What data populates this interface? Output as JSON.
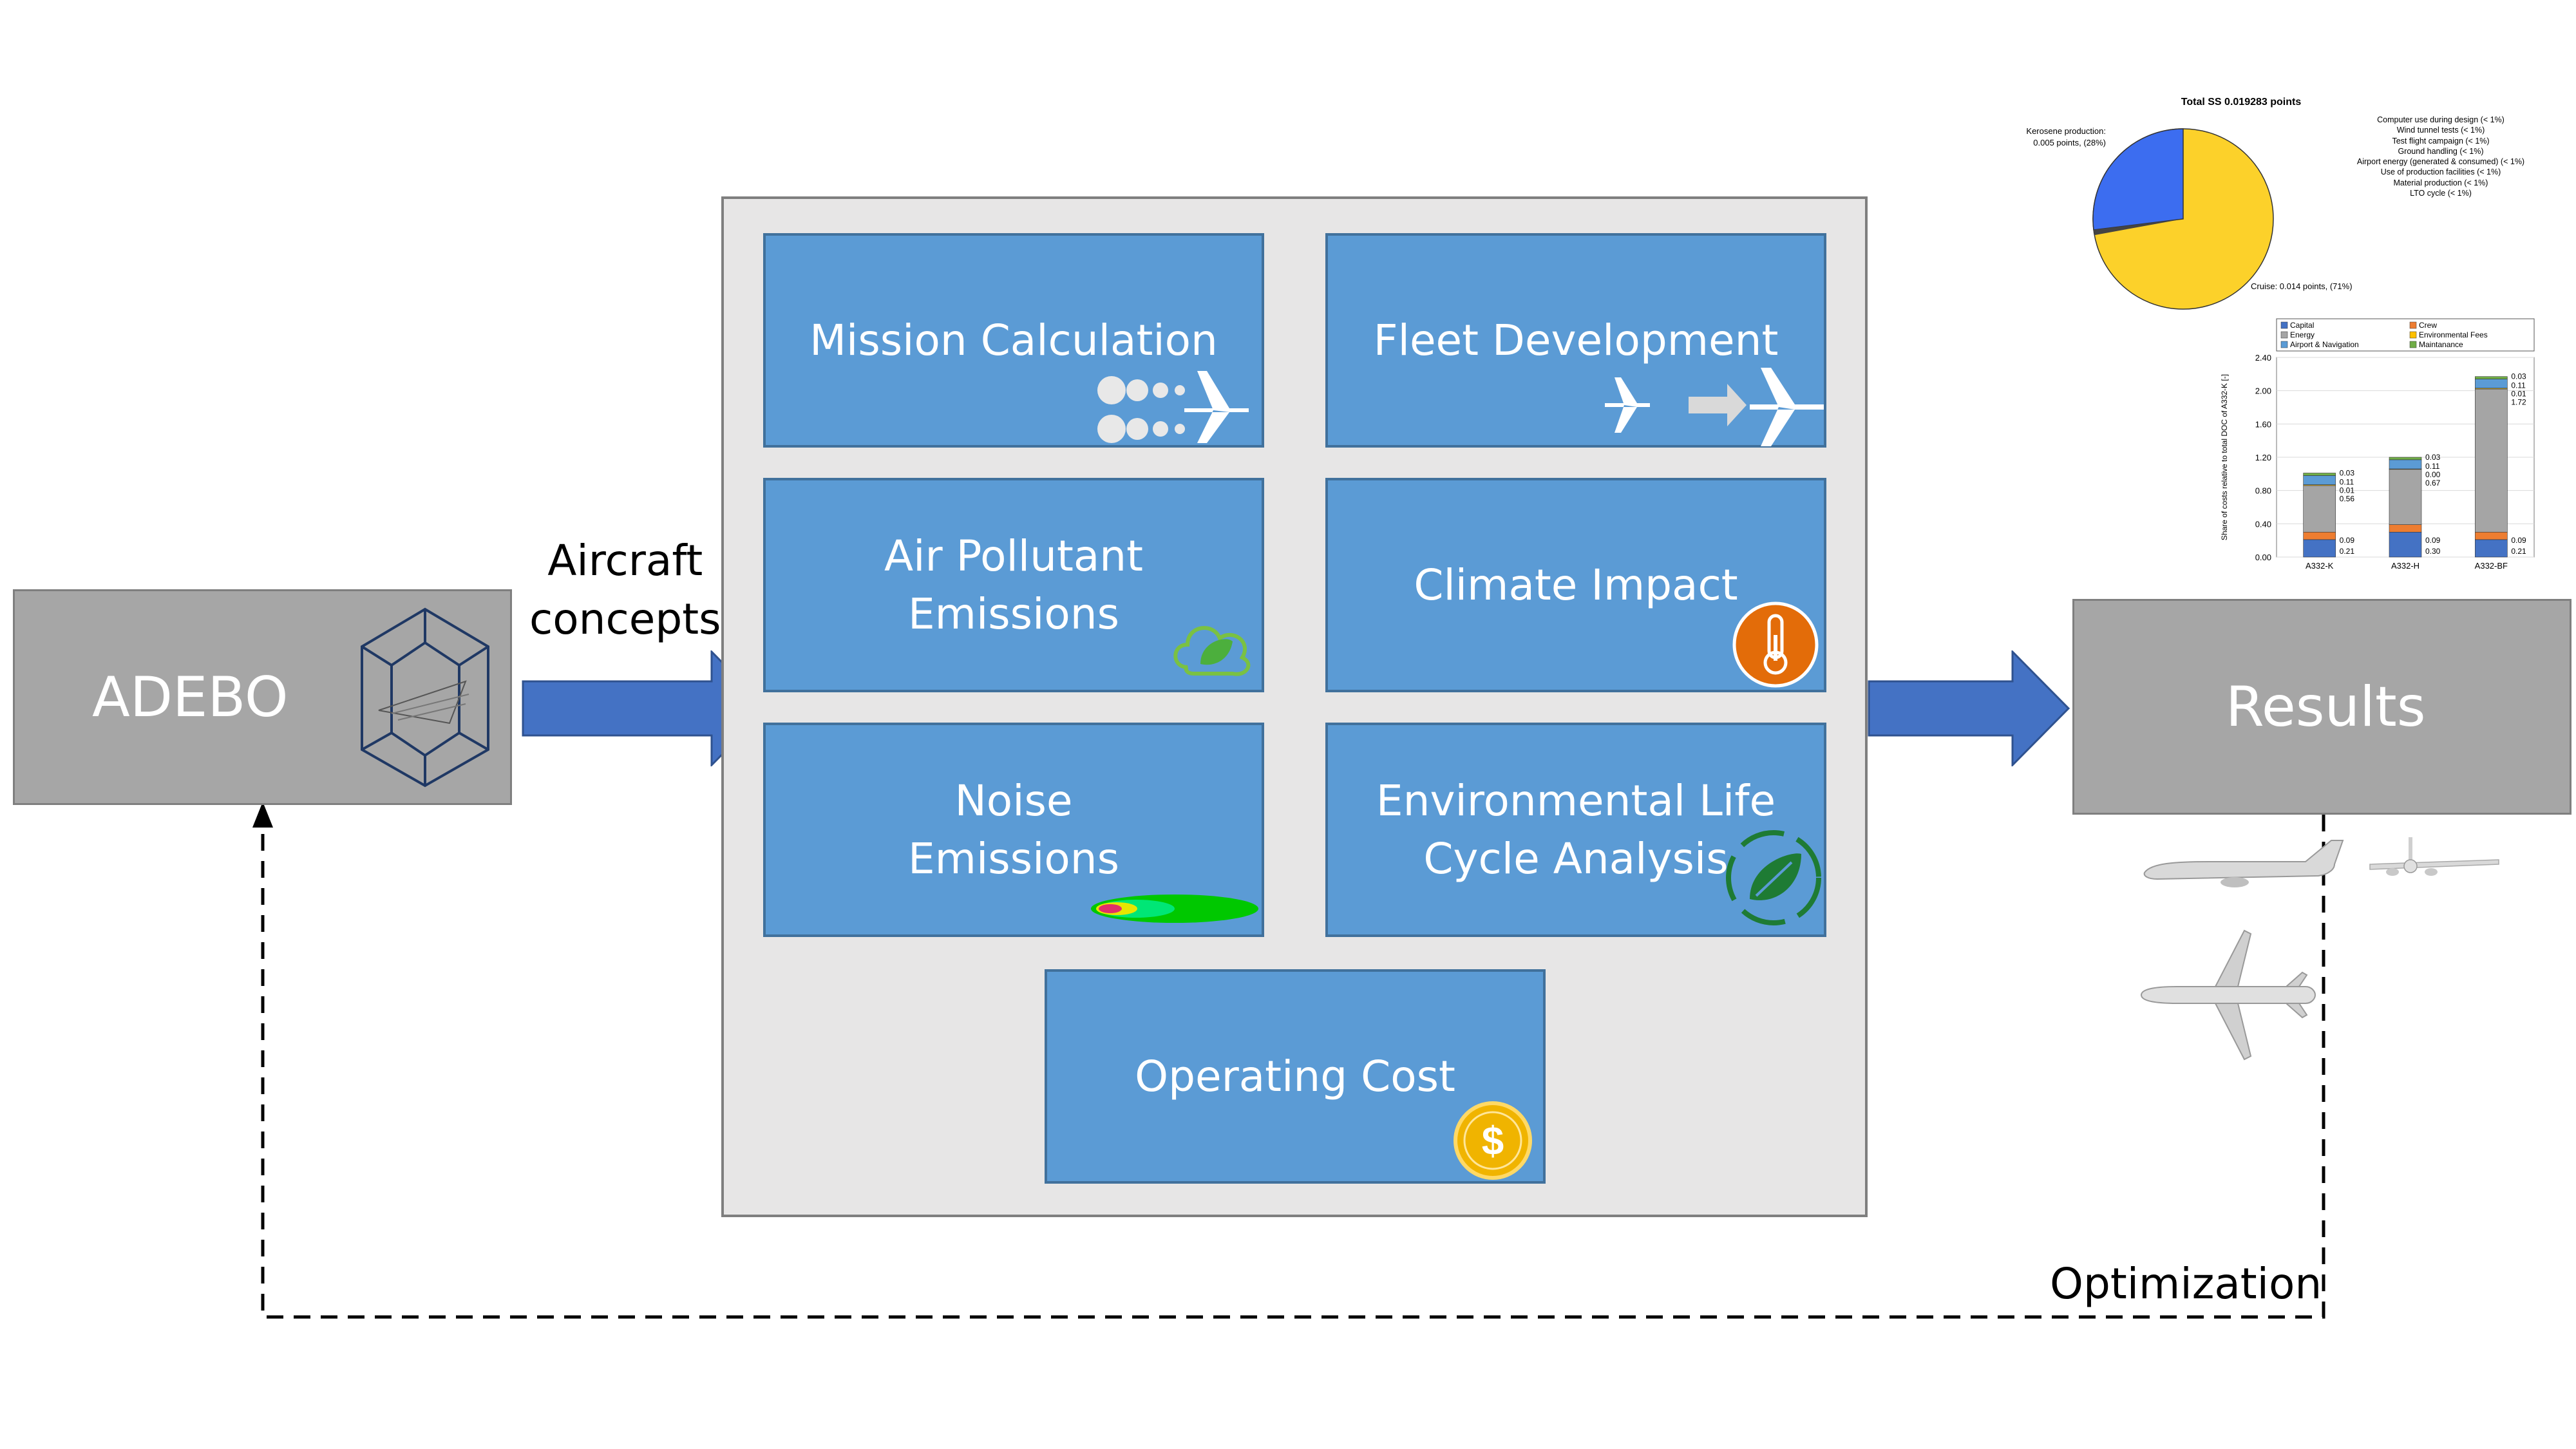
{
  "adebo": {
    "label": "ADEBO"
  },
  "input_arrow_label": "Aircraft\nconcepts",
  "modules": {
    "mission": "Mission Calculation",
    "fleet": "Fleet Development",
    "pollutant": "Air Pollutant\nEmissions",
    "climate": "Climate Impact",
    "noise": "Noise\nEmissions",
    "lca": "Environmental Life\nCycle Analysis",
    "cost": "Operating Cost"
  },
  "results": {
    "label": "Results"
  },
  "optimization_label": "Optimization",
  "pie_chart": {
    "title": "Total SS 0.019283 points",
    "left_label_1": "Kerosene production:",
    "left_label_2": "0.005 points, (28%)",
    "bottom_label": "Cruise: 0.014 points, (71%)",
    "small_items": [
      "Computer use during design (< 1%)",
      "Wind tunnel tests (< 1%)",
      "Test flight campaign (< 1%)",
      "Ground handling (< 1%)",
      "Airport energy (generated & consumed) (< 1%)",
      "Use of production facilities (< 1%)",
      "Material production (< 1%)",
      "LTO cycle (< 1%)"
    ]
  },
  "chart_data": {
    "type": "bar",
    "ylabel": "Share of costs relative to total DOC of A332-K [-]",
    "ylim": [
      0,
      2.4
    ],
    "yticks": [
      "0.00",
      "0.40",
      "0.80",
      "1.20",
      "1.60",
      "2.00",
      "2.40"
    ],
    "categories": [
      "A332-K",
      "A332-H",
      "A332-BF"
    ],
    "legend": [
      "Capital",
      "Crew",
      "Energy",
      "Environmental Fees",
      "Airport & Navigation",
      "Maintanance"
    ],
    "series": [
      {
        "name": "Capital",
        "color": "#4472c4",
        "values": [
          0.21,
          0.3,
          0.21
        ]
      },
      {
        "name": "Crew",
        "color": "#ed7d31",
        "values": [
          0.09,
          0.09,
          0.09
        ]
      },
      {
        "name": "Energy",
        "color": "#a5a5a5",
        "values": [
          0.56,
          0.67,
          1.72
        ]
      },
      {
        "name": "Environmental Fees",
        "color": "#ffc000",
        "values": [
          0.01,
          0.0,
          0.01
        ]
      },
      {
        "name": "Airport & Navigation",
        "color": "#5b9bd5",
        "values": [
          0.11,
          0.11,
          0.11
        ]
      },
      {
        "name": "Maintanance",
        "color": "#70ad47",
        "values": [
          0.03,
          0.03,
          0.03
        ]
      }
    ],
    "value_labels": [
      [
        "0.21",
        "0.09",
        "0.56",
        "0.01",
        "0.11",
        "0.03"
      ],
      [
        "0.30",
        "0.09",
        "0.67",
        "0.00",
        "0.11",
        "0.03"
      ],
      [
        "0.21",
        "0.09",
        "1.72",
        "0.01",
        "0.11",
        "0.03"
      ]
    ]
  },
  "colors": {
    "module_fill": "#5b9bd5",
    "module_border": "#41719c",
    "grey_box": "#a6a6a6",
    "panel": "#e7e6e6",
    "arrow": "#4472c4"
  }
}
